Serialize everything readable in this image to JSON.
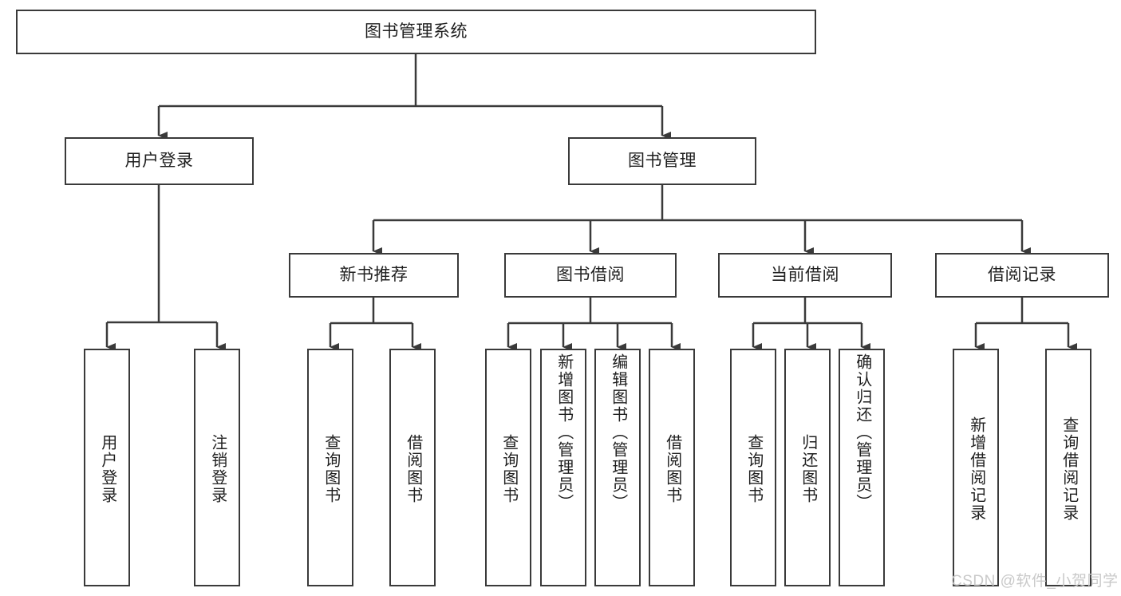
{
  "diagram": {
    "type": "tree",
    "title": "图书管理系统",
    "root": {
      "label": "图书管理系统"
    },
    "level1": [
      {
        "label": "用户登录"
      },
      {
        "label": "图书管理"
      }
    ],
    "level2": [
      {
        "label": "新书推荐"
      },
      {
        "label": "图书借阅"
      },
      {
        "label": "当前借阅"
      },
      {
        "label": "借阅记录"
      }
    ],
    "leaves_user_login": [
      {
        "label": "用户登录"
      },
      {
        "label": "注销登录"
      }
    ],
    "leaves_new_book": [
      {
        "label": "查询图书"
      },
      {
        "label": "借阅图书"
      }
    ],
    "leaves_borrow": [
      {
        "label": "查询图书"
      },
      {
        "label": "新增图书（管理员）"
      },
      {
        "label": "编辑图书（管理员）"
      },
      {
        "label": "借阅图书"
      }
    ],
    "leaves_current": [
      {
        "label": "查询图书"
      },
      {
        "label": "归还图书"
      },
      {
        "label": "确认归还（管理员）"
      }
    ],
    "leaves_records": [
      {
        "label": "新增借阅记录"
      },
      {
        "label": "查询借阅记录"
      }
    ],
    "colors": {
      "border": "#3a3a3a",
      "text": "#1f1f1f",
      "background": "#ffffff",
      "watermark": "#c9c9c9"
    }
  },
  "watermark": {
    "text": "CSDN @软件_小贺同学"
  }
}
